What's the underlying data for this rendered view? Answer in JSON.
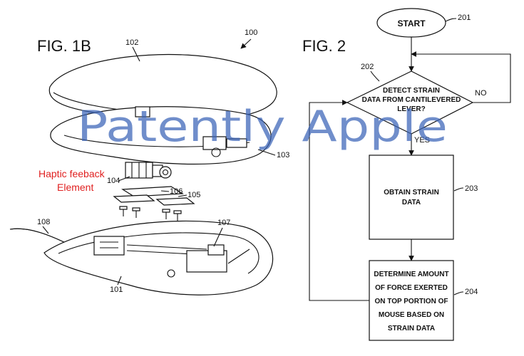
{
  "fig1b": {
    "title": "FIG. 1B",
    "ref_100": "100",
    "ref_102": "102",
    "ref_103": "103",
    "ref_104": "104",
    "ref_105": "105",
    "ref_106": "106",
    "ref_107": "107",
    "ref_108": "108",
    "ref_101": "101",
    "haptic_label_line1": "Haptic feeback",
    "haptic_label_line2": "Element",
    "haptic_label_color": "#e02020"
  },
  "fig2": {
    "title": "FIG. 2",
    "start": "START",
    "ref_201": "201",
    "ref_202": "202",
    "decision_line1": "DETECT STRAIN",
    "decision_line2": "DATA FROM CANTILEVERED",
    "decision_line3": "LEVER?",
    "no_label": "NO",
    "yes_label": "YES",
    "step203_line1": "OBTAIN STRAIN",
    "step203_line2": "DATA",
    "ref_203": "203",
    "step204_lines": [
      "DETERMINE AMOUNT",
      "OF FORCE EXERTED",
      "ON TOP PORTION OF",
      "MOUSE BASED ON",
      "STRAIN DATA"
    ],
    "ref_204": "204",
    "step204_fill": "#fbf7c8"
  },
  "watermark": {
    "text": "Patently Apple",
    "color": "#3a64b8"
  }
}
